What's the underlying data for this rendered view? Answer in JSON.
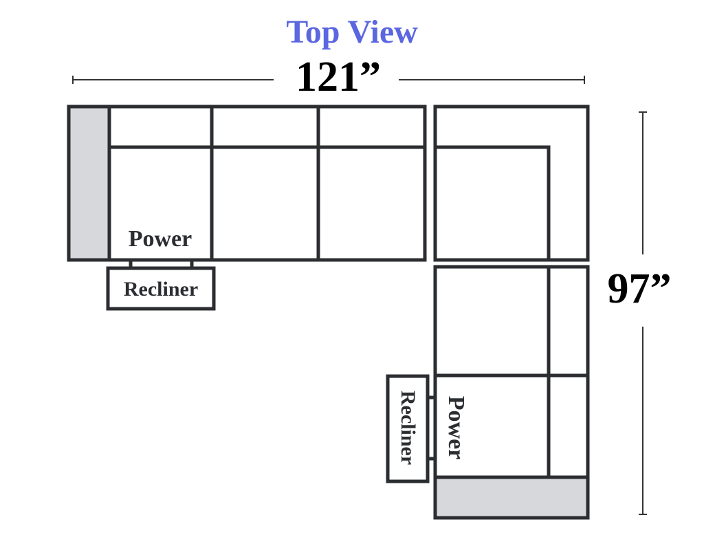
{
  "title": "Top View",
  "width_label": "121”",
  "depth_label": "97”",
  "labels": {
    "left_power": "Power",
    "left_recliner": "Recliner",
    "right_power": "Power",
    "right_recliner": "Recliner"
  },
  "colors": {
    "title": "#5b67e0",
    "outline": "#2b2d31",
    "arm": "#d7d8db"
  }
}
